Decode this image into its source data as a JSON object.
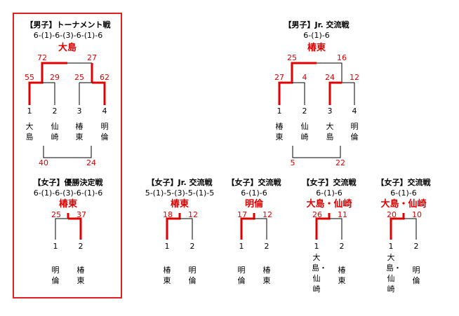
{
  "colors": {
    "win": "#e00000",
    "line": "#000000",
    "frame": "#e02020"
  },
  "boys_tournament": {
    "title": "【男子】トーナメント戦",
    "rotation": "6-(1)-6-(3)-6-(1)-6",
    "winner": "大島",
    "semi_scores": [
      "72",
      "27"
    ],
    "first_scores": [
      "55",
      "29",
      "25",
      "62"
    ],
    "seeds": [
      "1",
      "2",
      "3",
      "4"
    ],
    "teams": [
      "大島",
      "仙崎",
      "椿東",
      "明倫"
    ],
    "third_scores": [
      "40",
      "24"
    ]
  },
  "boys_jr": {
    "title": "【男子】Jr. 交流戦",
    "rotation": "6-(1)-6",
    "winner": "椿東",
    "semi_scores": [
      "25",
      "16"
    ],
    "first_scores": [
      "27",
      "4",
      "24",
      "12"
    ],
    "seeds": [
      "1",
      "2",
      "3",
      "4"
    ],
    "teams": [
      "椿東",
      "仙崎",
      "大島",
      "明倫"
    ],
    "third_scores": [
      "5",
      "22"
    ]
  },
  "girls_final": {
    "title": "【女子】優勝決定戦",
    "rotation": "6-(1)-6-(3)-6-(1)-6",
    "winner": "椿東",
    "scores": [
      "25",
      "37"
    ],
    "seeds": [
      "1",
      "2"
    ],
    "teams": [
      "明倫",
      "椿東"
    ]
  },
  "girls_jr": {
    "title": "【女子】Jr. 交流戦",
    "rotation": "5-(1)-5-(3)-5-(1)-5",
    "winner": "椿東",
    "scores": [
      "18",
      "12"
    ],
    "seeds": [
      "1",
      "2"
    ],
    "teams": [
      "椿東",
      "明倫"
    ]
  },
  "girls_ex1": {
    "title": "【女子】交流戦",
    "rotation": "6-(1)-6",
    "winner": "明倫",
    "scores": [
      "17",
      "12"
    ],
    "seeds": [
      "1",
      "2"
    ],
    "teams": [
      "明倫",
      "椿東"
    ]
  },
  "girls_ex2": {
    "title": "【女子】交流戦",
    "rotation": "6-(1)-6",
    "winner": "大島・仙崎",
    "scores": [
      "26",
      "11"
    ],
    "seeds": [
      "1",
      "2"
    ],
    "teams": [
      "大島・仙崎",
      "椿東"
    ]
  },
  "girls_ex3": {
    "title": "【女子】交流戦",
    "rotation": "6-(1)-6",
    "winner": "大島・仙崎",
    "scores": [
      "20",
      "10"
    ],
    "seeds": [
      "1",
      "2"
    ],
    "teams": [
      "大島・仙崎",
      "明倫"
    ]
  }
}
